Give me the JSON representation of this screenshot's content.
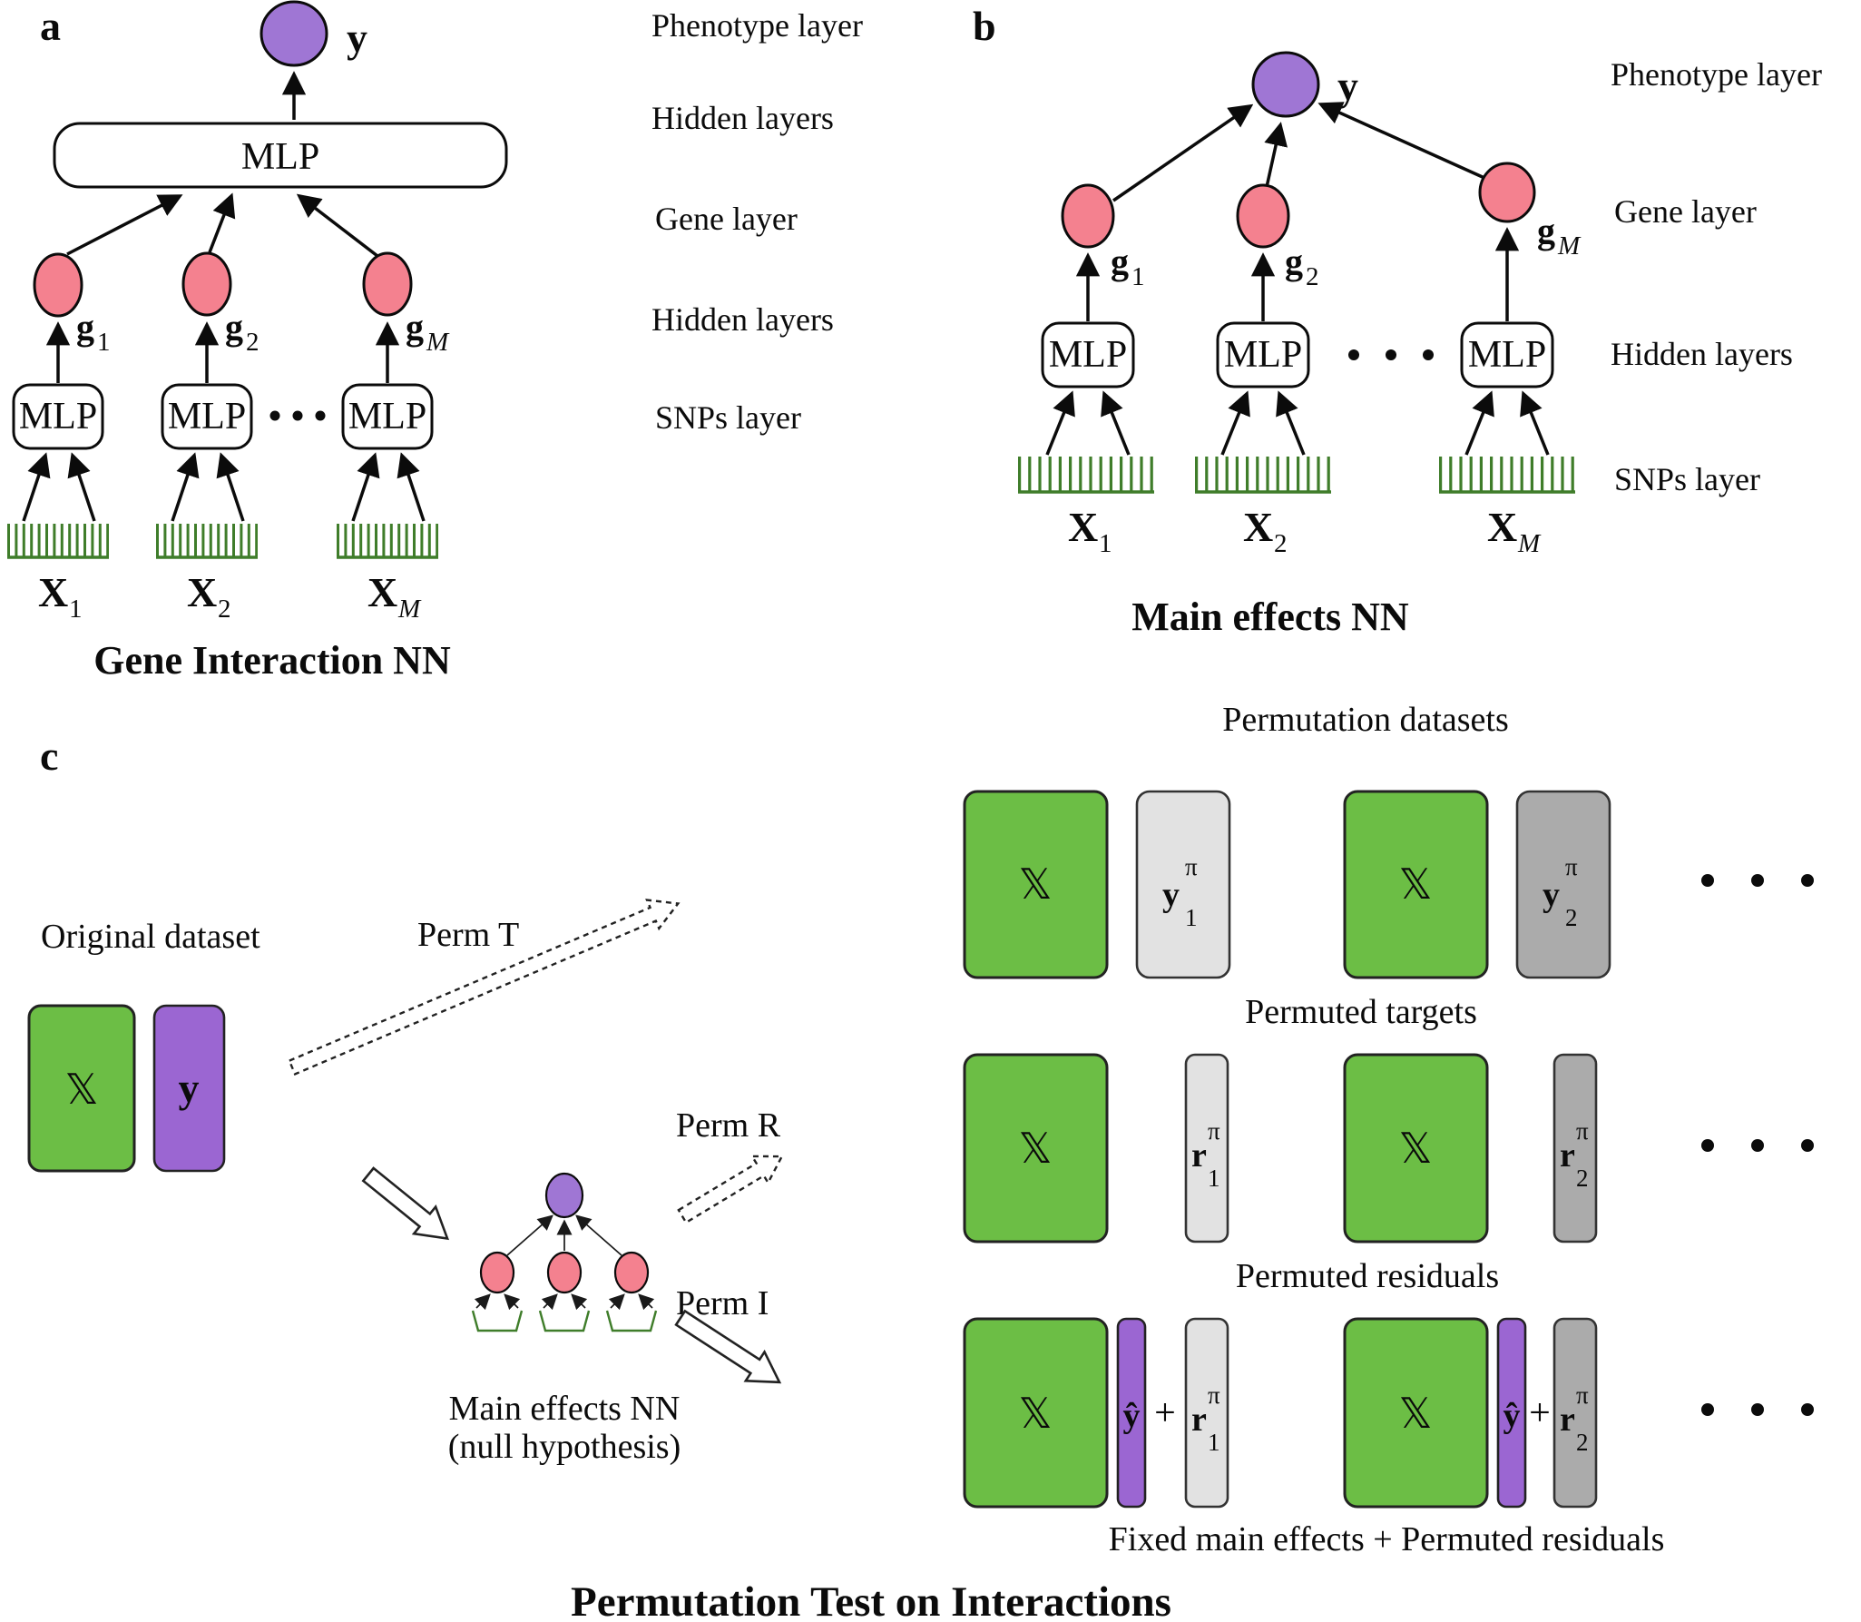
{
  "colors": {
    "purple": "#9F76D4",
    "pink": "#F4818F",
    "green": "#6CBE45",
    "violet": "#9B66D2",
    "light_gray": "#E2E2E2",
    "mid_gray": "#ABABAB",
    "comb_green": "#3F7D2A"
  },
  "panel_a": {
    "tag": "a",
    "phenotype": "y",
    "mlp_top": "MLP",
    "mlps": [
      "MLP",
      "MLP",
      "MLP"
    ],
    "genes": [
      {
        "base": "g",
        "sub": "1"
      },
      {
        "base": "g",
        "sub": "2"
      },
      {
        "base": "g",
        "sub": "M"
      }
    ],
    "inputs": [
      {
        "base": "X",
        "sub": "1"
      },
      {
        "base": "X",
        "sub": "2"
      },
      {
        "base": "X",
        "sub": "M"
      }
    ],
    "layer_labels": [
      "Phenotype layer",
      "Hidden layers",
      "Gene layer",
      "Hidden layers",
      "SNPs layer"
    ],
    "title": "Gene Interaction NN"
  },
  "panel_b": {
    "tag": "b",
    "phenotype": "y",
    "mlps": [
      "MLP",
      "MLP",
      "MLP"
    ],
    "genes": [
      {
        "base": "g",
        "sub": "1"
      },
      {
        "base": "g",
        "sub": "2"
      },
      {
        "base": "g",
        "sub": "M"
      }
    ],
    "inputs": [
      {
        "base": "X",
        "sub": "1"
      },
      {
        "base": "X",
        "sub": "2"
      },
      {
        "base": "X",
        "sub": "M"
      }
    ],
    "layer_labels": [
      "Phenotype layer",
      "Gene layer",
      "Hidden layers",
      "SNPs layer"
    ],
    "title": "Main effects NN"
  },
  "panel_c": {
    "tag": "c",
    "original_label": "Original dataset",
    "original": {
      "x": "𝕏",
      "y": "y"
    },
    "perm_t": "Perm T",
    "perm_r": "Perm R",
    "perm_i": "Perm I",
    "nn_caption_line1": "Main effects NN",
    "nn_caption_line2": "(null hypothesis)",
    "perm_datasets_title": "Permutation datasets",
    "rows": [
      {
        "caption": "Permuted targets",
        "pairs": [
          {
            "x": "𝕏",
            "base": "y",
            "sub": "1",
            "sup": "π"
          },
          {
            "x": "𝕏",
            "base": "y",
            "sub": "2",
            "sup": "π"
          }
        ]
      },
      {
        "caption": "Permuted residuals",
        "pairs": [
          {
            "x": "𝕏",
            "base": "r",
            "sub": "1",
            "sup": "π"
          },
          {
            "x": "𝕏",
            "base": "r",
            "sub": "2",
            "sup": "π"
          }
        ]
      },
      {
        "caption": "Fixed main effects + Permuted residuals",
        "pairs": [
          {
            "x": "𝕏",
            "yhat": "ŷ",
            "plus": "+",
            "base": "r",
            "sub": "1",
            "sup": "π"
          },
          {
            "x": "𝕏",
            "yhat": "ŷ",
            "plus": "+",
            "base": "r",
            "sub": "2",
            "sup": "π"
          }
        ]
      }
    ],
    "title": "Permutation Test on Interactions"
  }
}
